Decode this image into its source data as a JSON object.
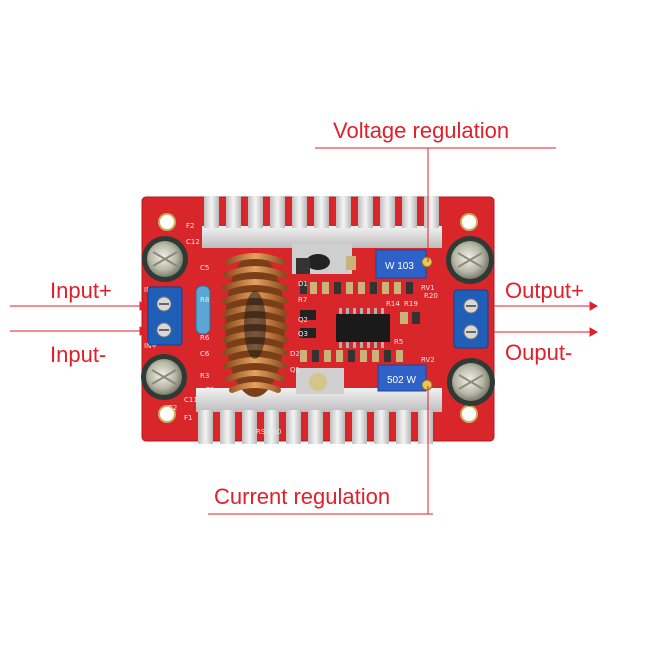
{
  "labels": {
    "voltage_regulation": "Voltage regulation",
    "current_regulation": "Current regulation",
    "input_plus": "Input+",
    "input_minus": "Input-",
    "output_plus": "Output+",
    "output_minus": "Ouput-"
  },
  "board_text": {
    "pot_top": "W 103",
    "pot_bottom": "502 W",
    "rv1": "RV1",
    "rv2": "RV2",
    "r20": "R20",
    "r19": "R19",
    "r14": "R14",
    "r7": "R7",
    "r5": "R5",
    "c5": "C5",
    "c6": "C6",
    "d1": "D1",
    "d2": "D2",
    "q1": "Q1",
    "q2": "Q2",
    "q3": "Q3",
    "in_minus": "IN-",
    "in_plus": "IN+",
    "f1": "F1",
    "f2": "F2",
    "r8": "R8",
    "r6": "R6",
    "c11": "C11",
    "c12": "C12",
    "r3": "R3",
    "e1": "E1",
    "rs": "RS RA0",
    "c2": "C2"
  },
  "colors": {
    "annotation": "#e0202a",
    "pcb": "#d8262b",
    "heatsink": "#dcdcdc",
    "terminal": "#1f5fb8",
    "capacitor": "#2f3a35",
    "copper": "#c7793a",
    "potentiometer": "#2e62c9"
  },
  "icons": [
    "input-arrow-icon",
    "output-arrow-icon",
    "potentiometer-icon",
    "capacitor-icon",
    "inductor-icon",
    "terminal-block-icon"
  ]
}
